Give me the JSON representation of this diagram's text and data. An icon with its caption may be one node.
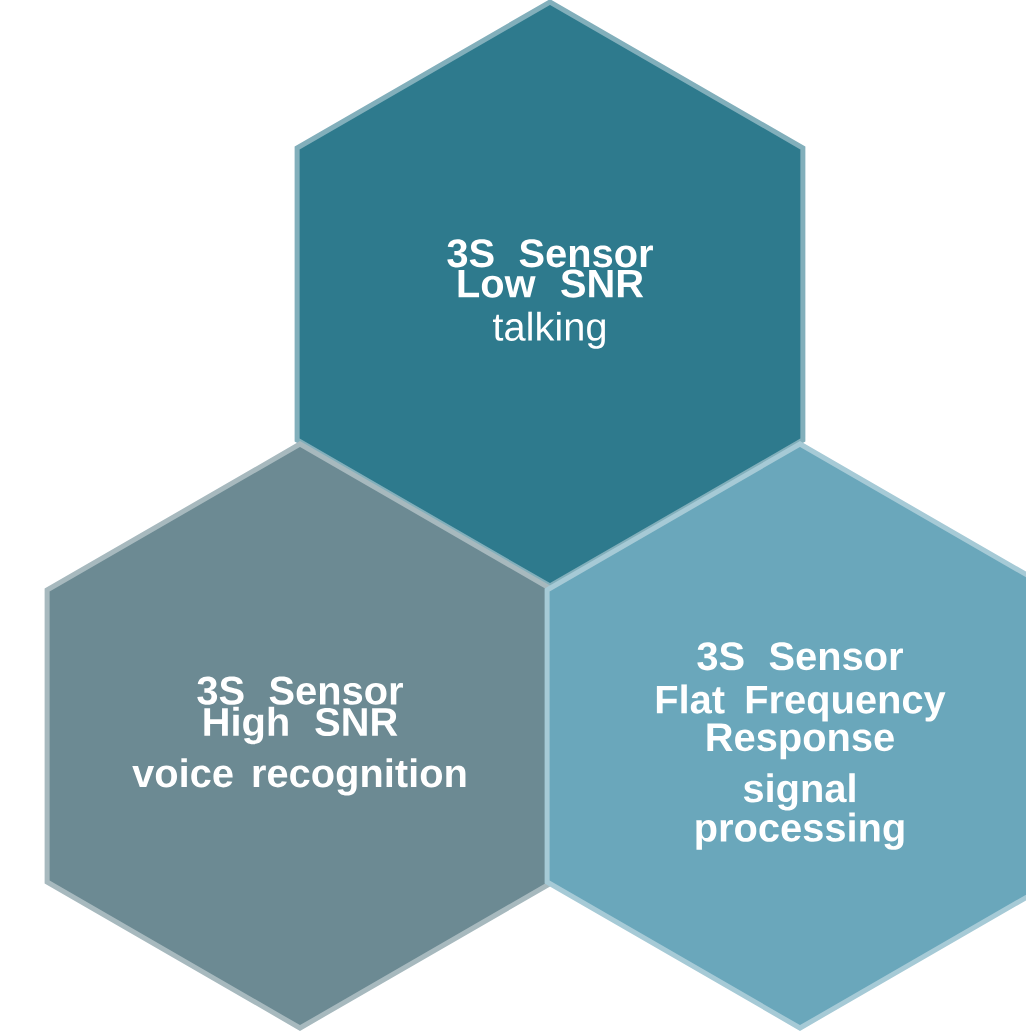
{
  "diagram": {
    "nodes": [
      {
        "text": [
          "3S Sensor Low SNR",
          "talking"
        ]
      },
      {
        "text": [
          "3S Sensor High SNR",
          "voice recognition"
        ]
      },
      {
        "text": [
          "3S Sensor",
          "Flat Frequency Response",
          "signal processing"
        ]
      }
    ]
  }
}
